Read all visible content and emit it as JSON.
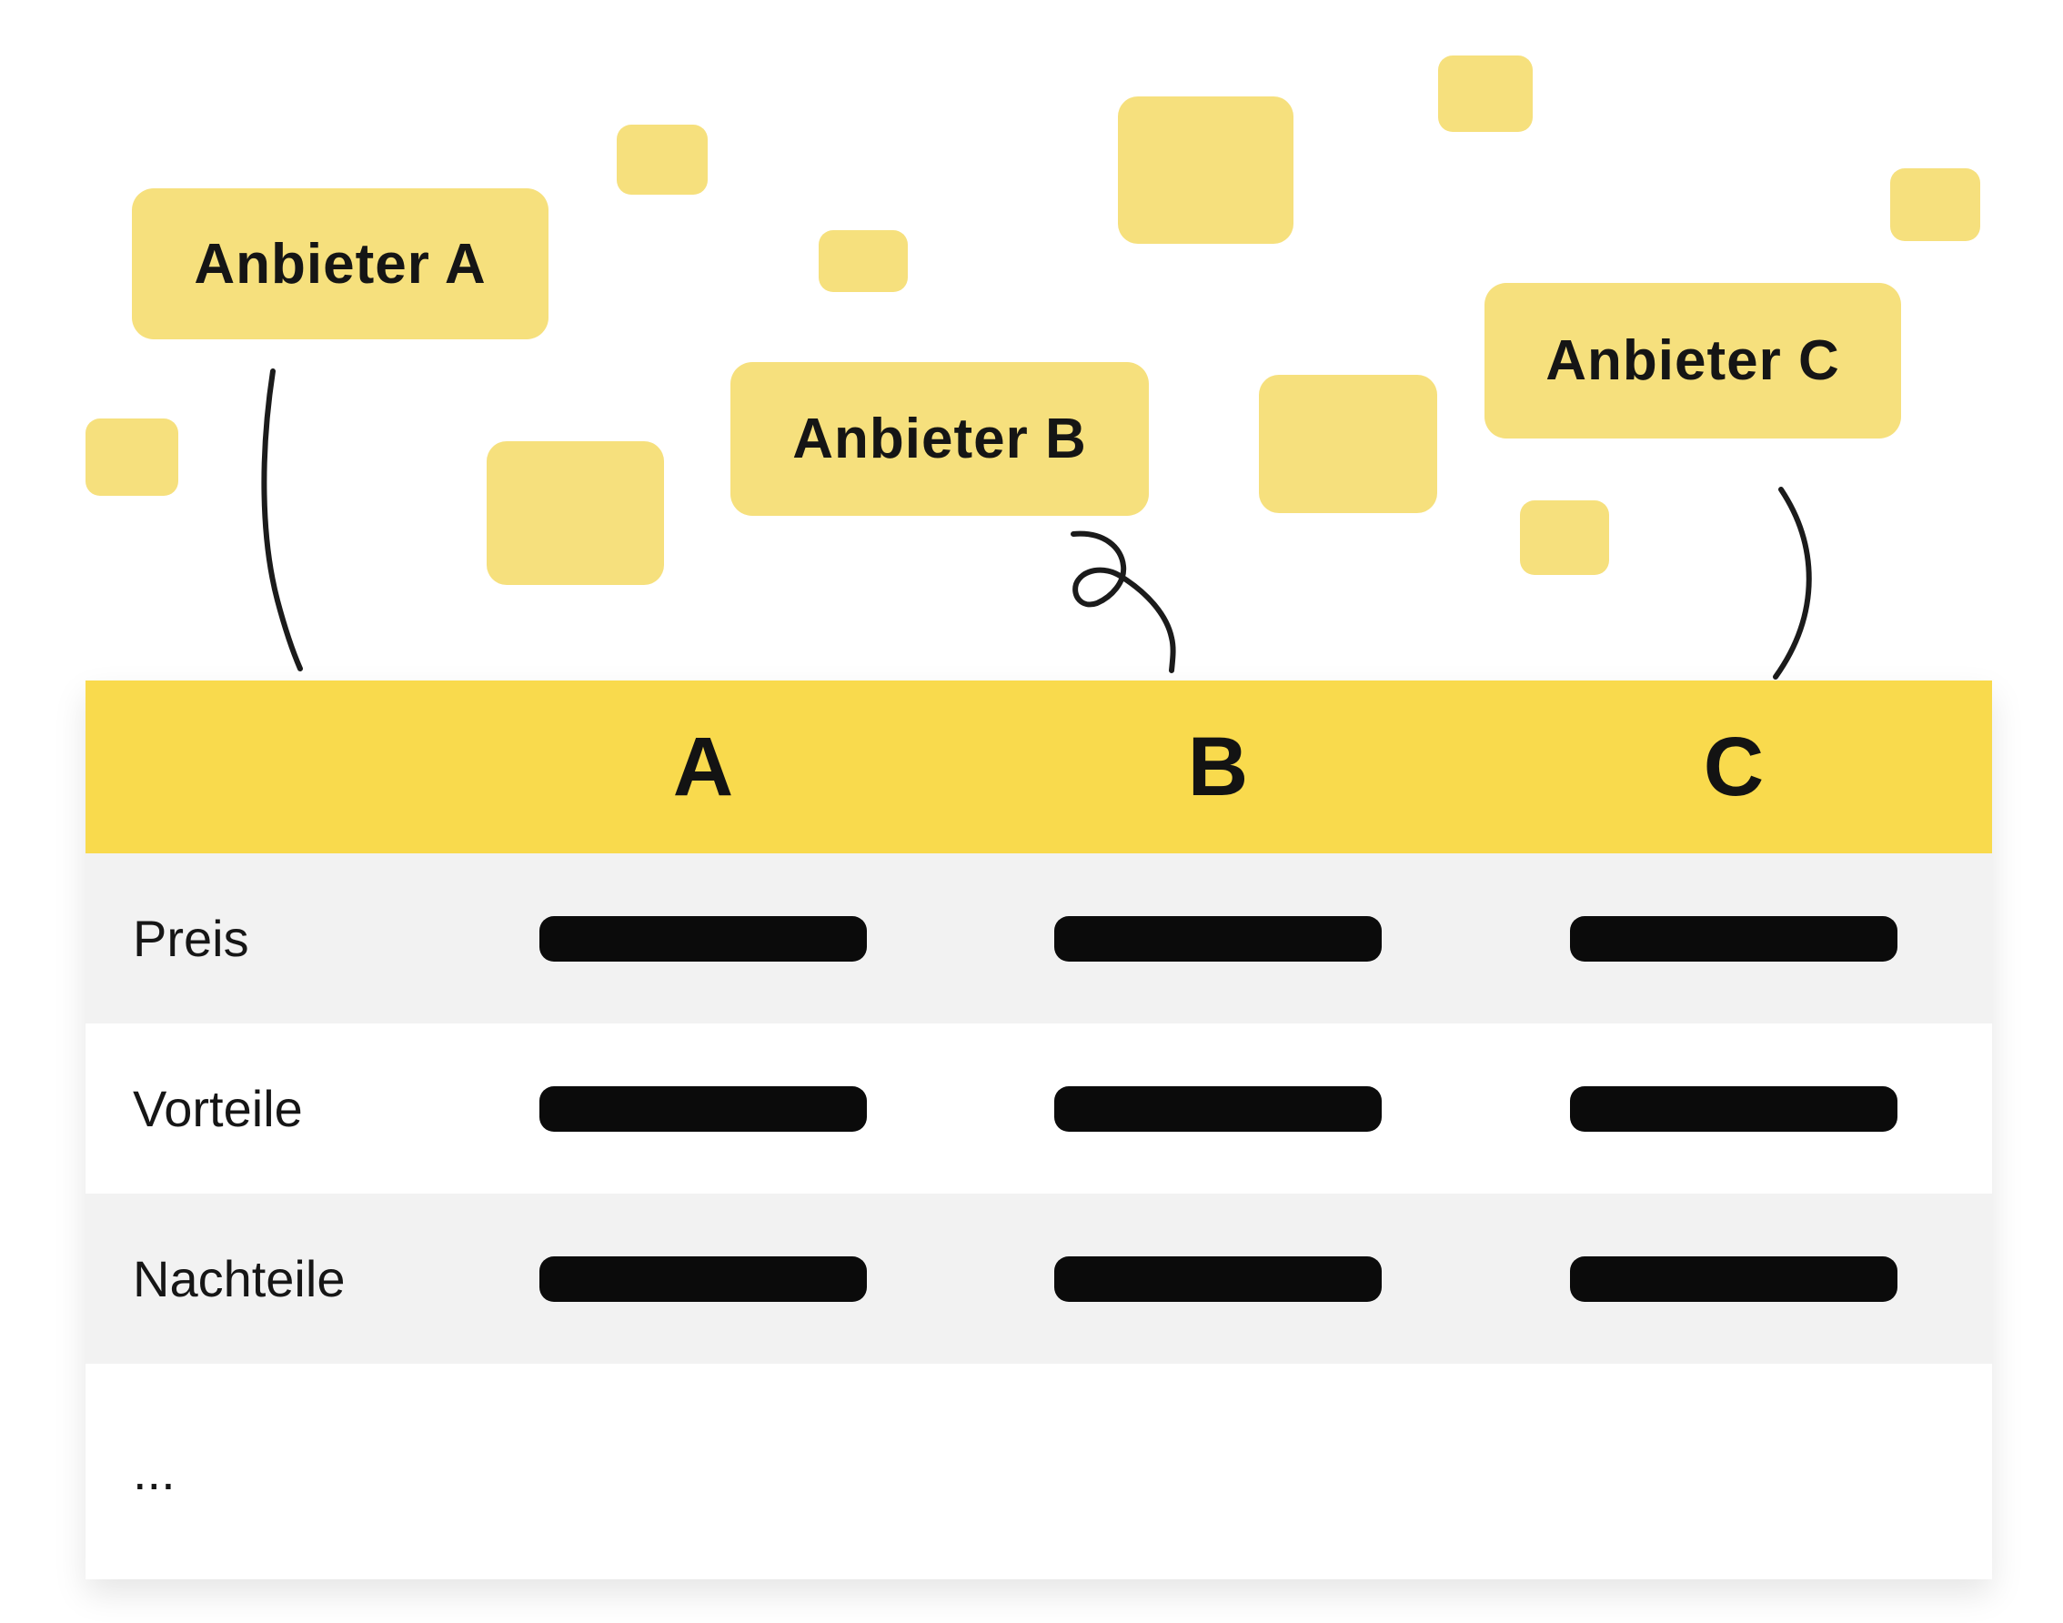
{
  "page": {
    "background": "#ffffff",
    "type_hint": "provider comparison illustration"
  },
  "colors": {
    "sticky_yellow": "#F6E07D",
    "table_header_yellow": "#F9DA4D",
    "row_alt_gray": "#F2F2F2",
    "bar_black": "#0B0B0B",
    "text_black": "#151515"
  },
  "providers": [
    {
      "label": "Anbieter A"
    },
    {
      "label": "Anbieter B"
    },
    {
      "label": "Anbieter C"
    }
  ],
  "table": {
    "columns": [
      "A",
      "B",
      "C"
    ],
    "rows": [
      {
        "label": "Preis",
        "bars": 3
      },
      {
        "label": "Vorteile",
        "bars": 3
      },
      {
        "label": "Nachteile",
        "bars": 3
      },
      {
        "label": "...",
        "bars": 0
      }
    ]
  }
}
